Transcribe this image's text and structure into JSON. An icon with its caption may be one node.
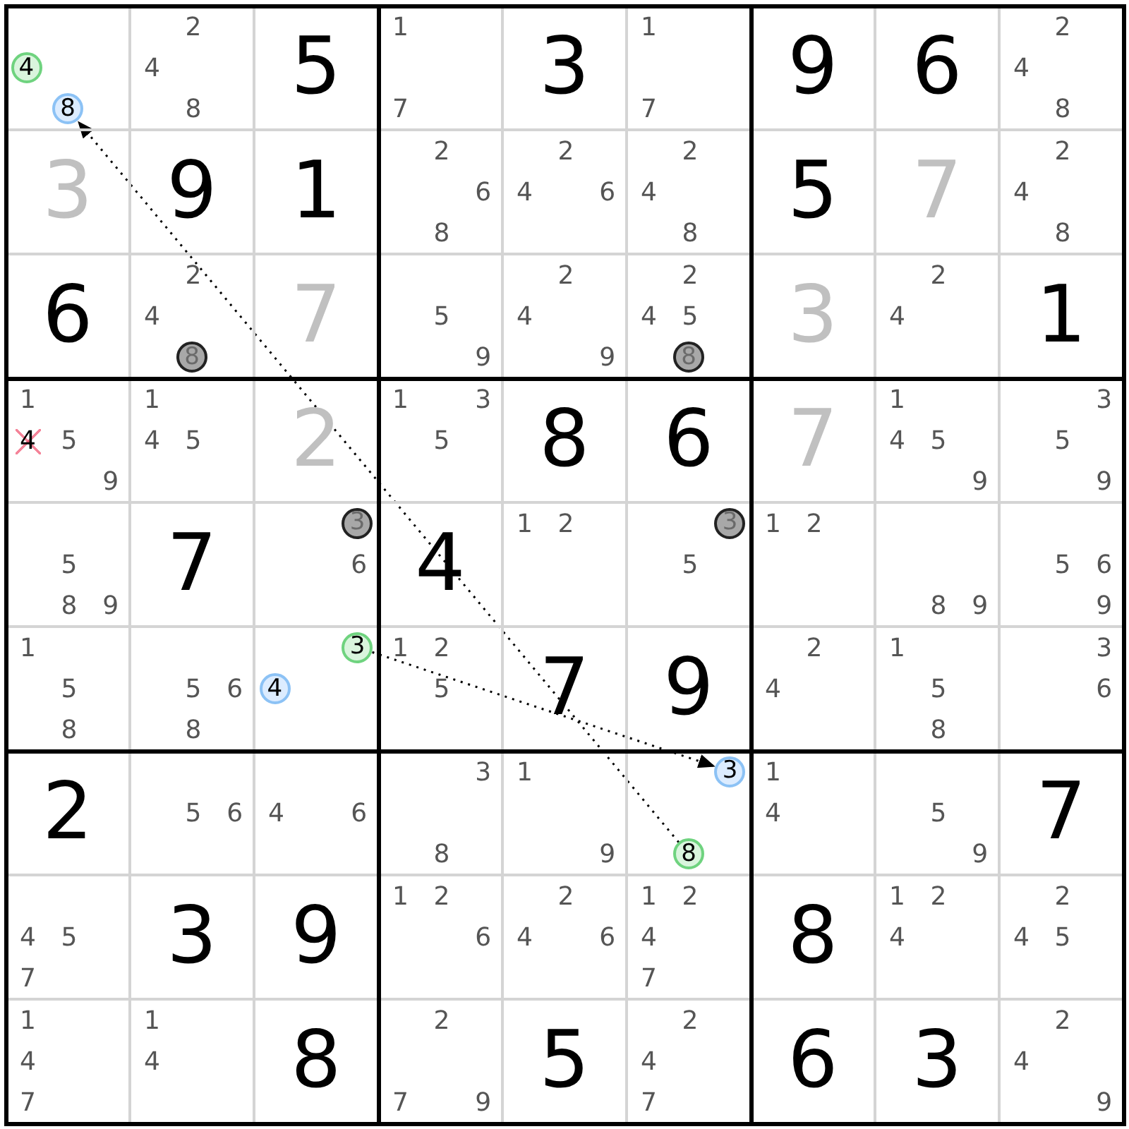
{
  "diagram": {
    "nodes": [
      {
        "text": [
          "4"
        ]
      },
      {
        "text": [
          "8"
        ]
      },
      {
        "text": [
          "8"
        ]
      },
      {
        "text": [
          "8"
        ]
      },
      {
        "text": [
          "3"
        ]
      },
      {
        "text": [
          "3"
        ]
      },
      {
        "text": [
          "3"
        ]
      },
      {
        "text": [
          "4"
        ]
      },
      {
        "text": [
          "3"
        ]
      },
      {
        "text": [
          "8"
        ]
      }
    ],
    "edges": [
      {
        "from": 9,
        "to": 1,
        "arrow": "to",
        "style": "dashed"
      },
      {
        "from": 6,
        "to": 8,
        "arrow": "to",
        "style": "dashed"
      }
    ],
    "labels": [
      "2",
      "4",
      "8",
      "5",
      "1",
      "7",
      "3",
      "1",
      "7",
      "9",
      "6",
      "2",
      "4",
      "8",
      "3",
      "9",
      "1",
      "2",
      "6",
      "8",
      "2",
      "4",
      "6",
      "2",
      "4",
      "8",
      "5",
      "7",
      "2",
      "4",
      "8",
      "6",
      "2",
      "4",
      "7",
      "5",
      "9",
      "2",
      "4",
      "9",
      "2",
      "4",
      "5",
      "3",
      "2",
      "4",
      "1",
      "1",
      "4",
      "5",
      "9",
      "1",
      "4",
      "5",
      "2",
      "1",
      "3",
      "5",
      "8",
      "6",
      "7",
      "1",
      "4",
      "5",
      "9",
      "3",
      "5",
      "9",
      "5",
      "8",
      "9",
      "7",
      "6",
      "4",
      "1",
      "2",
      "5",
      "1",
      "2",
      "8",
      "9",
      "5",
      "6",
      "9",
      "1",
      "5",
      "8",
      "5",
      "6",
      "8",
      "1",
      "2",
      "5",
      "7",
      "9",
      "2",
      "4",
      "1",
      "5",
      "8",
      "3",
      "6",
      "2",
      "5",
      "6",
      "4",
      "6",
      "3",
      "8",
      "1",
      "9",
      "1",
      "4",
      "5",
      "9",
      "7",
      "4",
      "5",
      "7",
      "3",
      "9",
      "1",
      "2",
      "6",
      "2",
      "4",
      "6",
      "1",
      "2",
      "4",
      "7",
      "8",
      "1",
      "2",
      "4",
      "2",
      "4",
      "5",
      "1",
      "4",
      "7",
      "1",
      "4",
      "8",
      "2",
      "7",
      "9",
      "5",
      "2",
      "4",
      "7",
      "6",
      "3",
      "2",
      "4",
      "9"
    ]
  }
}
